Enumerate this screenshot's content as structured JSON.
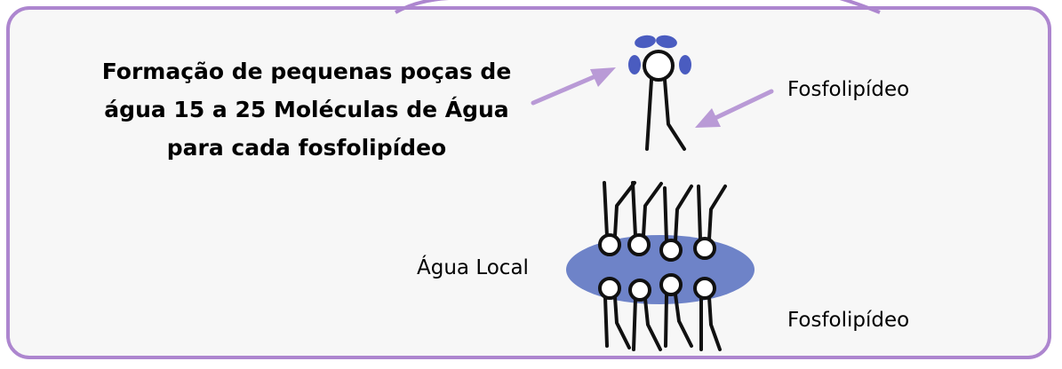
{
  "caption": {
    "line1": "Formação de pequenas poças de",
    "line2": "água 15 a 25 Moléculas de Água",
    "line3": "para cada fosfolipídeo"
  },
  "labels": {
    "phospholipid_top": "Fosfolipídeo",
    "local_water": "Água Local",
    "phospholipid_bottom": "Fosfolipídeo"
  },
  "colors": {
    "panel_border": "#ad86cf",
    "panel_fill": "#f7f7f7",
    "arrow": "#b99ad6",
    "water": "#6e83c8",
    "molecule_line": "#111111"
  }
}
